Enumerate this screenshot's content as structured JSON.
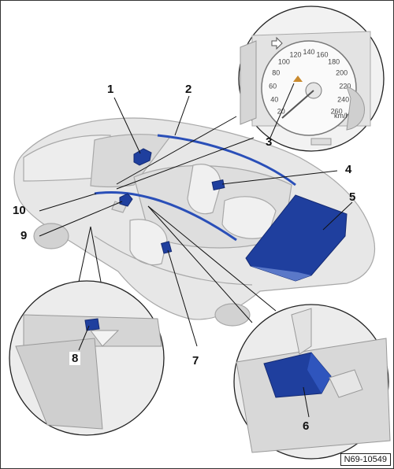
{
  "callouts": [
    "1",
    "2",
    "3",
    "4",
    "5",
    "6",
    "7",
    "8",
    "9",
    "10"
  ],
  "speedometer": {
    "ticks": [
      "20",
      "40",
      "60",
      "80",
      "100",
      "120",
      "140",
      "160",
      "180",
      "200",
      "220",
      "240",
      "260"
    ],
    "unit": "km/h"
  },
  "figure_id": "N69-10549",
  "colors": {
    "component": "#1f3f9e",
    "component_dark": "#142a73",
    "car": "#e6e6e6",
    "outline": "#9a9a9a"
  }
}
